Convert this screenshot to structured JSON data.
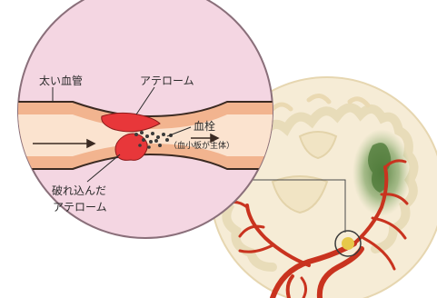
{
  "labels": {
    "large_vessel": "太い血管",
    "atheroma": "アテローム",
    "thrombus": "血栓",
    "thrombus_note": "（血小板が主体）",
    "ruptured_atheroma_line1": "破れ込んだ",
    "ruptured_atheroma_line2": "アテローム"
  },
  "colors": {
    "magnifier_bg": "#f4d6e2",
    "magnifier_border": "#8a6f7a",
    "vessel_wall": "#f2b48f",
    "vessel_lumen": "#fbe3cf",
    "atheroma": "#e8373a",
    "brain_tissue": "#f6ecd6",
    "brain_gyri": "#e8dcb9",
    "artery": "#c9331f",
    "infarct": "#4f7a3a",
    "callout": "#4a4a4a"
  }
}
